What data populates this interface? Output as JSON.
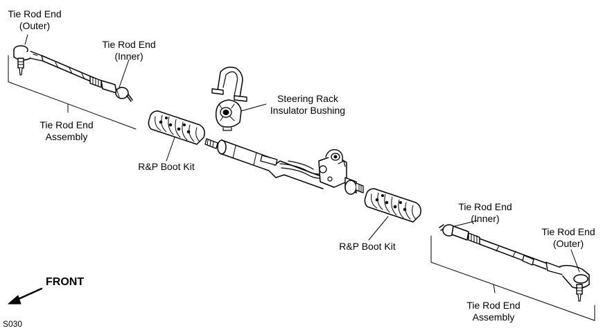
{
  "labels": {
    "tie_rod_outer_left": [
      "Tie Rod End",
      "(Outer)"
    ],
    "tie_rod_inner_left": [
      "Tie Rod End",
      "(Inner)"
    ],
    "tie_rod_assembly_left": [
      "Tie Rod End",
      "Assembly"
    ],
    "steering_rack_bushing": [
      "Steering Rack",
      "Insulator Bushing"
    ],
    "boot_kit_left": "R&P Boot Kit",
    "boot_kit_right": "R&P Boot Kit",
    "tie_rod_inner_right": [
      "Tie Rod End",
      "(Inner)"
    ],
    "tie_rod_outer_right": [
      "Tie Rod End",
      "(Outer)"
    ],
    "tie_rod_assembly_right": [
      "Tie Rod End",
      "Assembly"
    ],
    "front": "FRONT",
    "figure_code": "S030"
  },
  "icons": {
    "front_arrow": "arrow-down-left-icon"
  }
}
